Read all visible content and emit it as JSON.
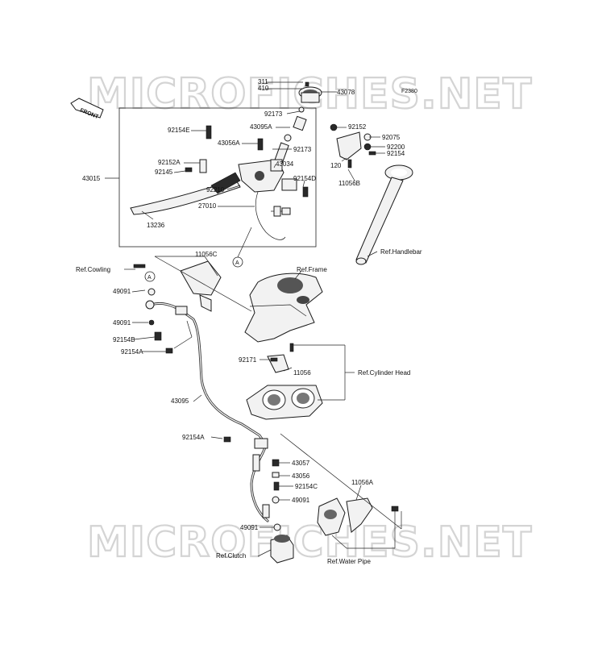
{
  "diagram": {
    "watermark": "MICROFICHES.NET",
    "front_label": "FRONT",
    "figure_code": "F2380",
    "circle_ref": "A",
    "parts": {
      "p311": "311",
      "p410": "410",
      "p43078": "43078",
      "p92173a": "92173",
      "p43095A": "43095A",
      "p92173b": "92173",
      "p92154E": "92154E",
      "p43056A": "43056A",
      "p43034": "43034",
      "p92152A": "92152A",
      "p92145": "92145",
      "p43015": "43015",
      "p92210": "92210",
      "p92154D": "92154D",
      "p27010": "27010",
      "p13236": "13236",
      "p92152": "92152",
      "p92075": "92075",
      "p92200": "92200",
      "p92154": "92154",
      "p120": "120",
      "p11056B": "11056B",
      "p11056C": "11056C",
      "p49091a": "49091",
      "p49091b": "49091",
      "p92154B": "92154B",
      "p92154A": "92154A",
      "p92171": "92171",
      "p11056": "11056",
      "p43095": "43095",
      "p92154A2": "92154A",
      "p43057": "43057",
      "p43056": "43056",
      "p92154C": "92154C",
      "p11056A": "11056A",
      "p49091c": "49091",
      "p49091d": "49091"
    },
    "refs": {
      "handlebar": "Ref.Handlebar",
      "cowling": "Ref.Cowling",
      "frame": "Ref.Frame",
      "cylinder_head": "Ref.Cylinder Head",
      "clutch": "Ref.Clutch",
      "water_pipe": "Ref.Water Pipe"
    }
  }
}
